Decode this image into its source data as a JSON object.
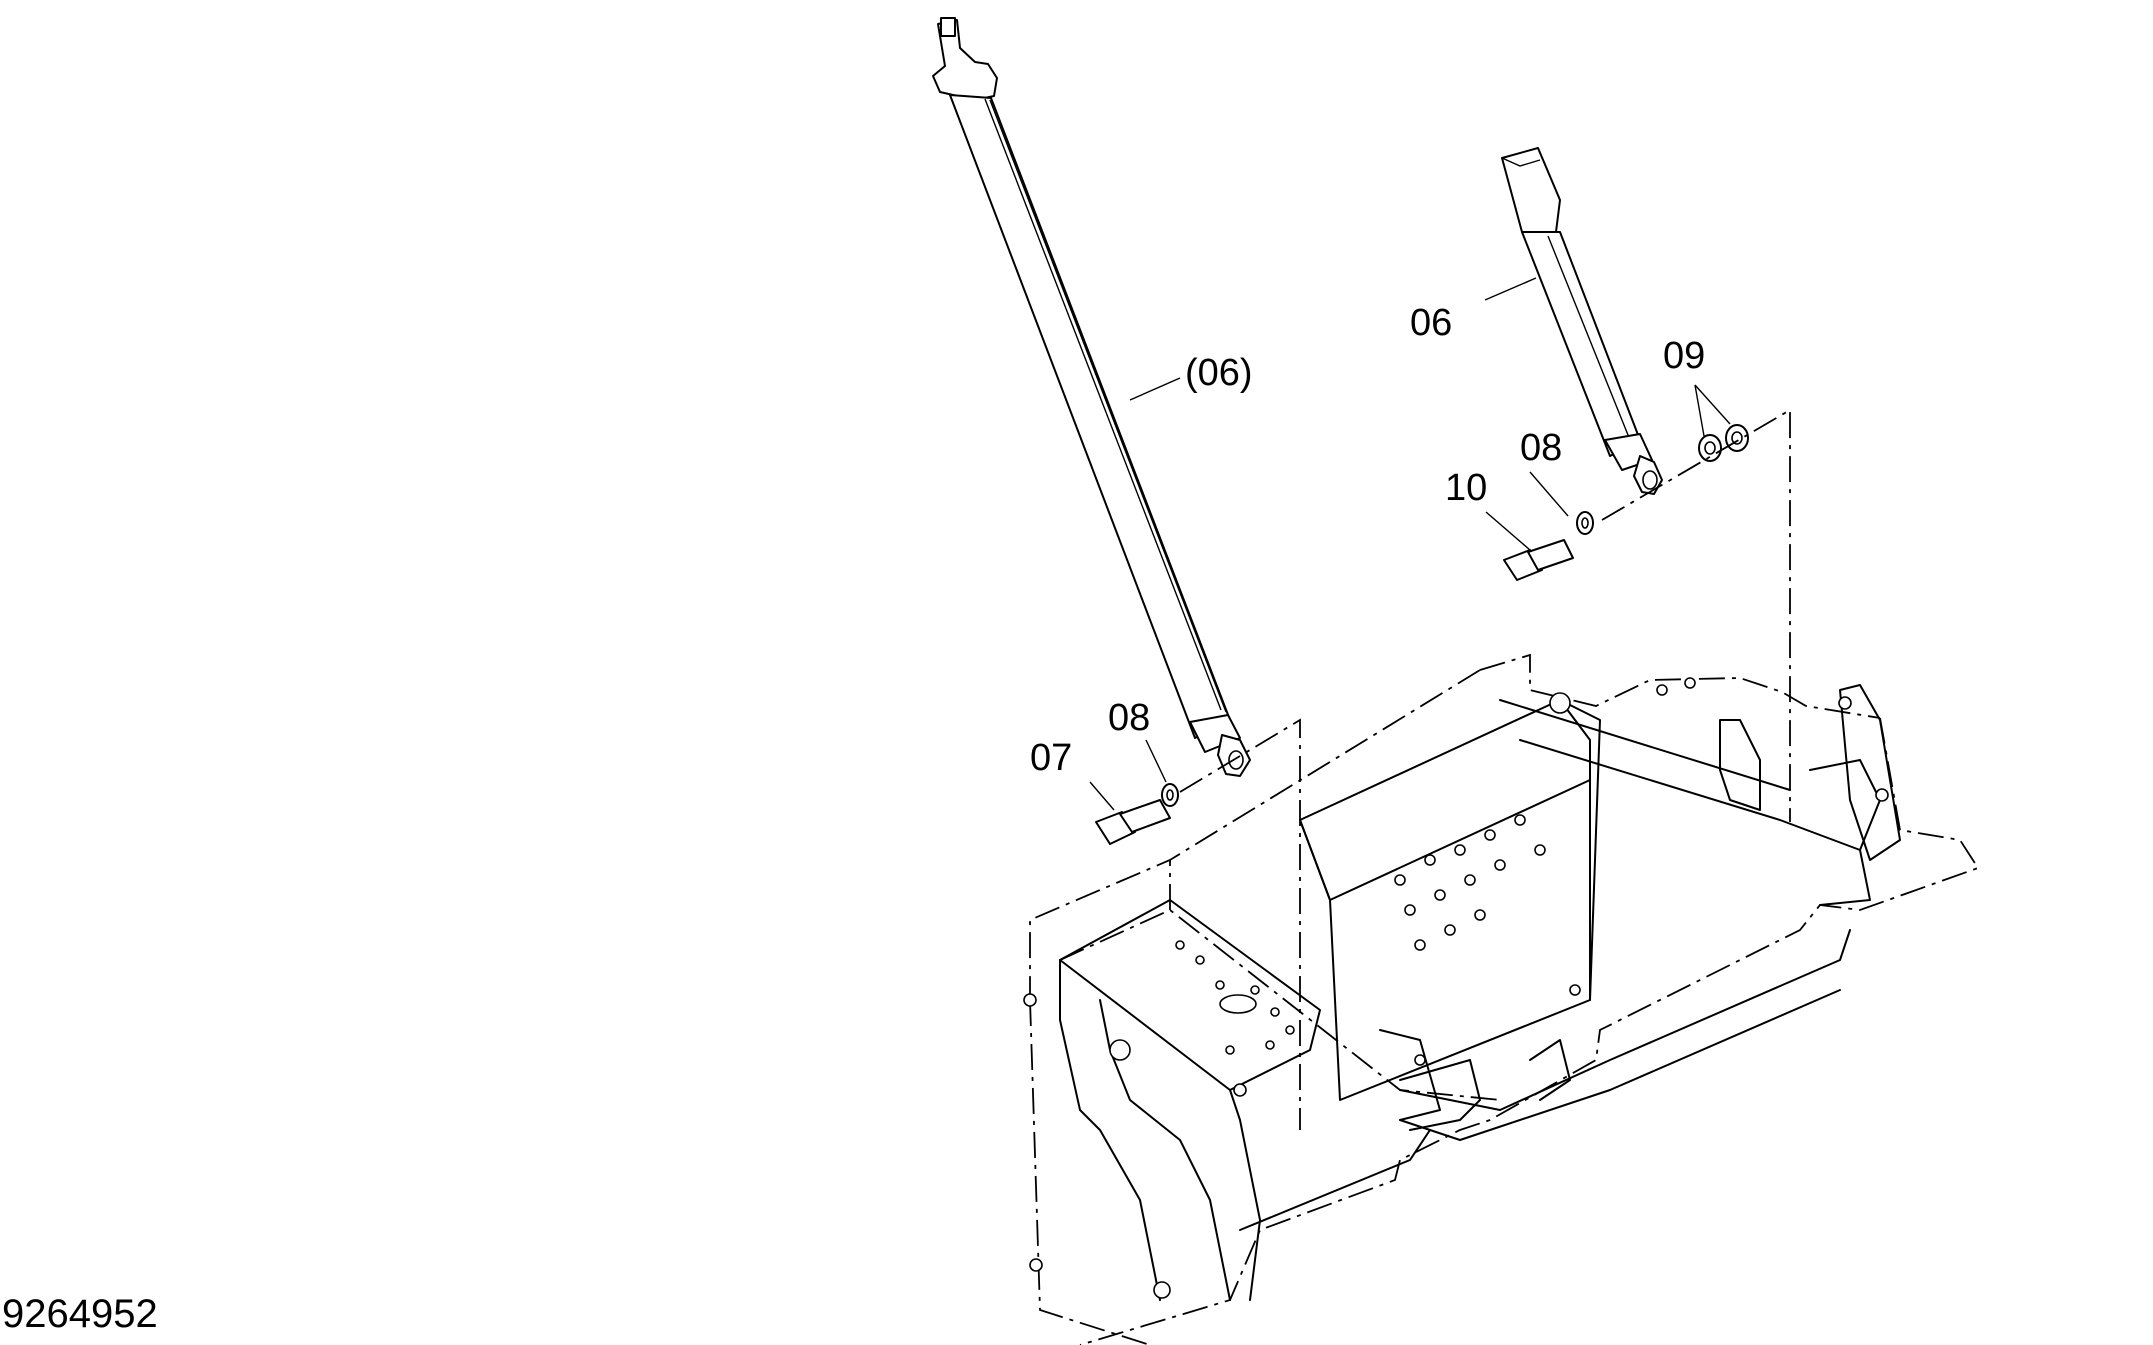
{
  "drawing_number": "9264952",
  "callouts": {
    "part_06_ref": "(06)",
    "part_06": "06",
    "part_07": "07",
    "part_08_left": "08",
    "part_08_right": "08",
    "part_09": "09",
    "part_10": "10"
  }
}
